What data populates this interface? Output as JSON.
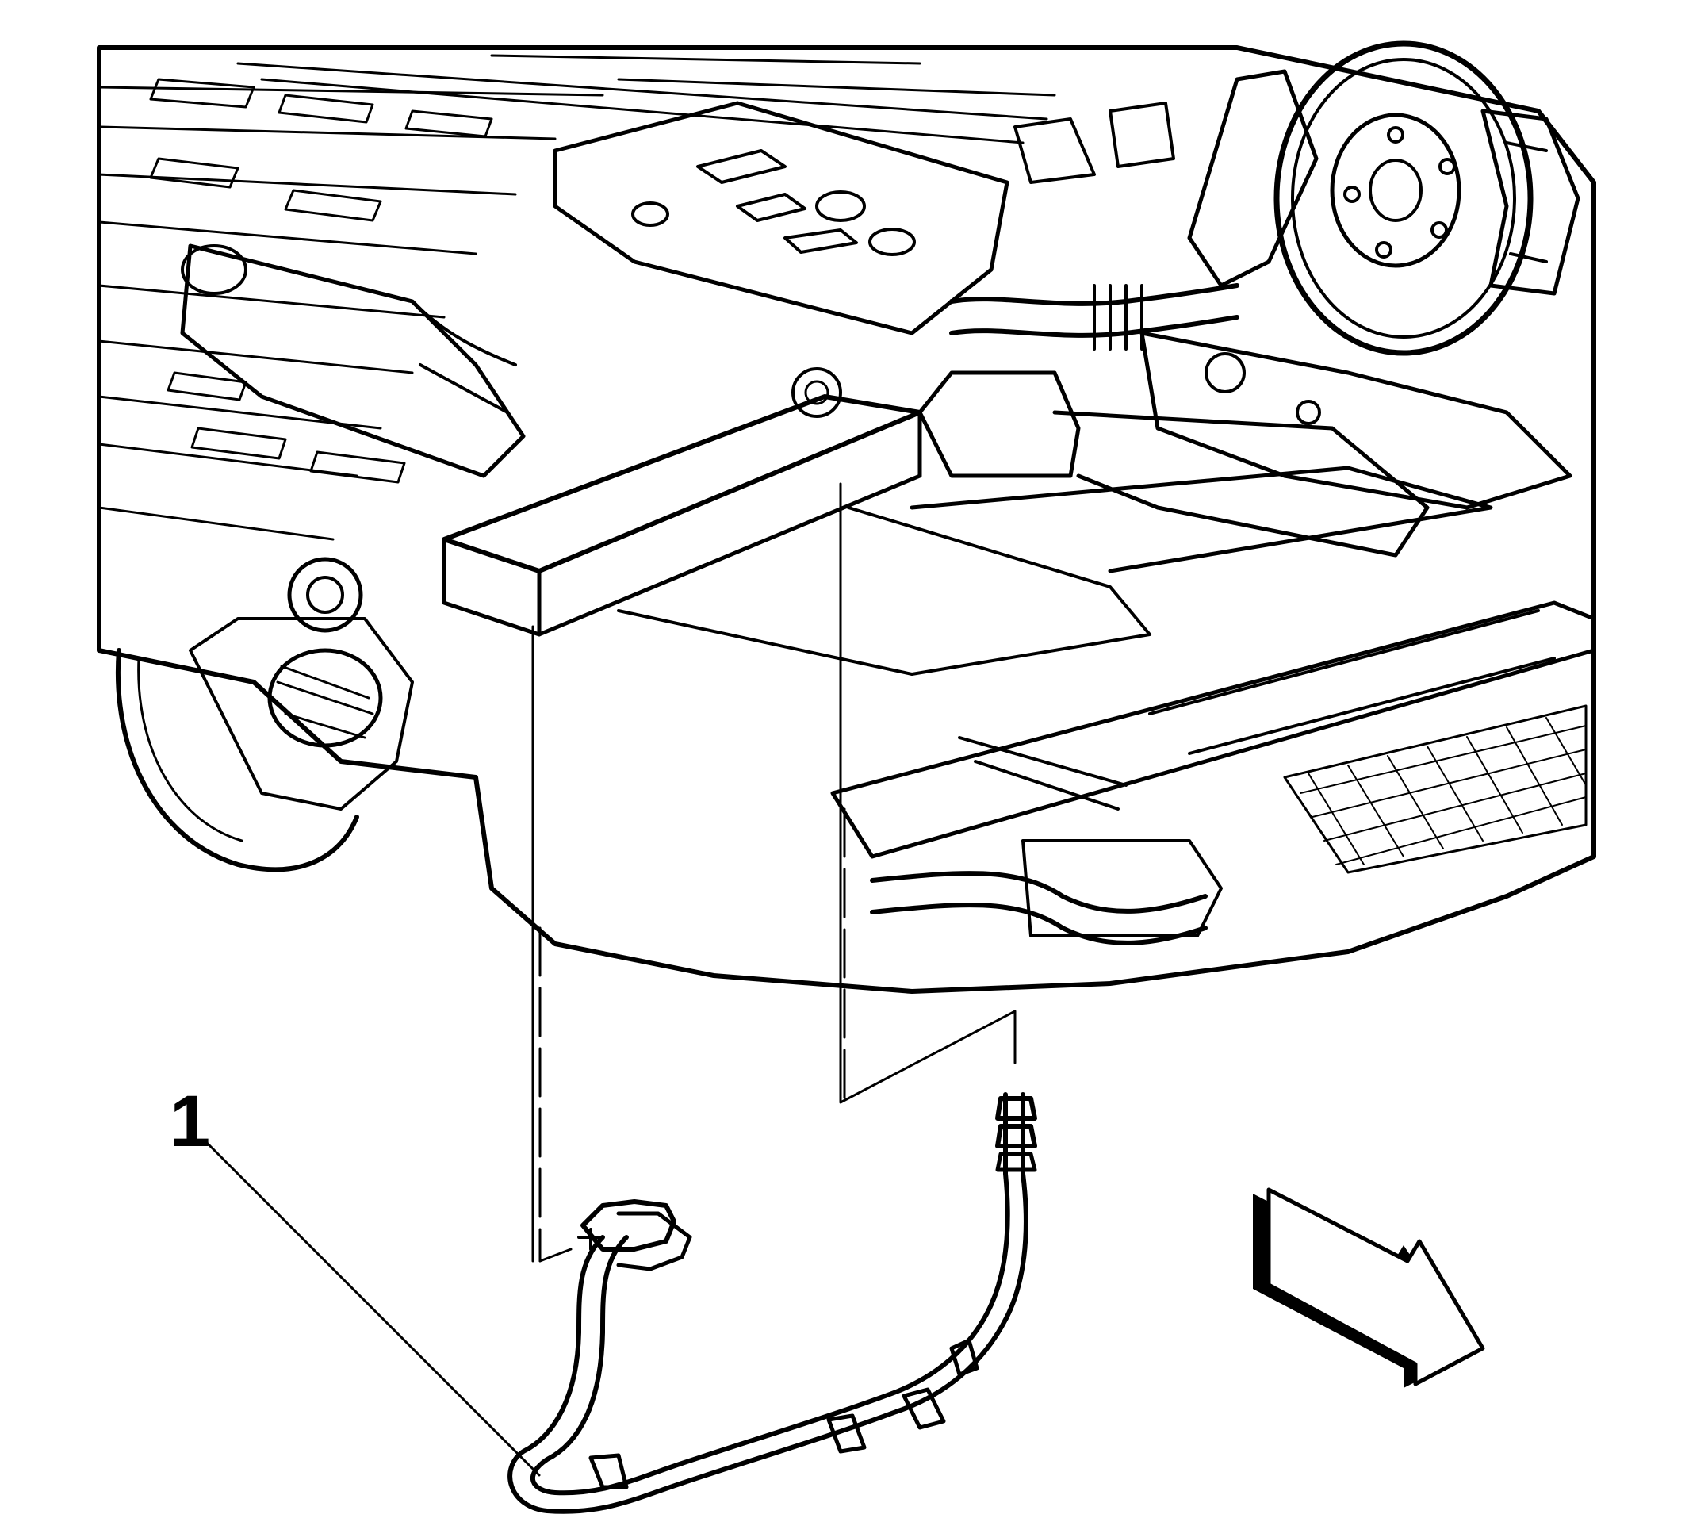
{
  "callouts": [
    {
      "number": "1",
      "part": "hose"
    }
  ],
  "direction_arrow": "front-direction-arrow",
  "colors": {
    "line": "#000000",
    "background": "#ffffff"
  }
}
